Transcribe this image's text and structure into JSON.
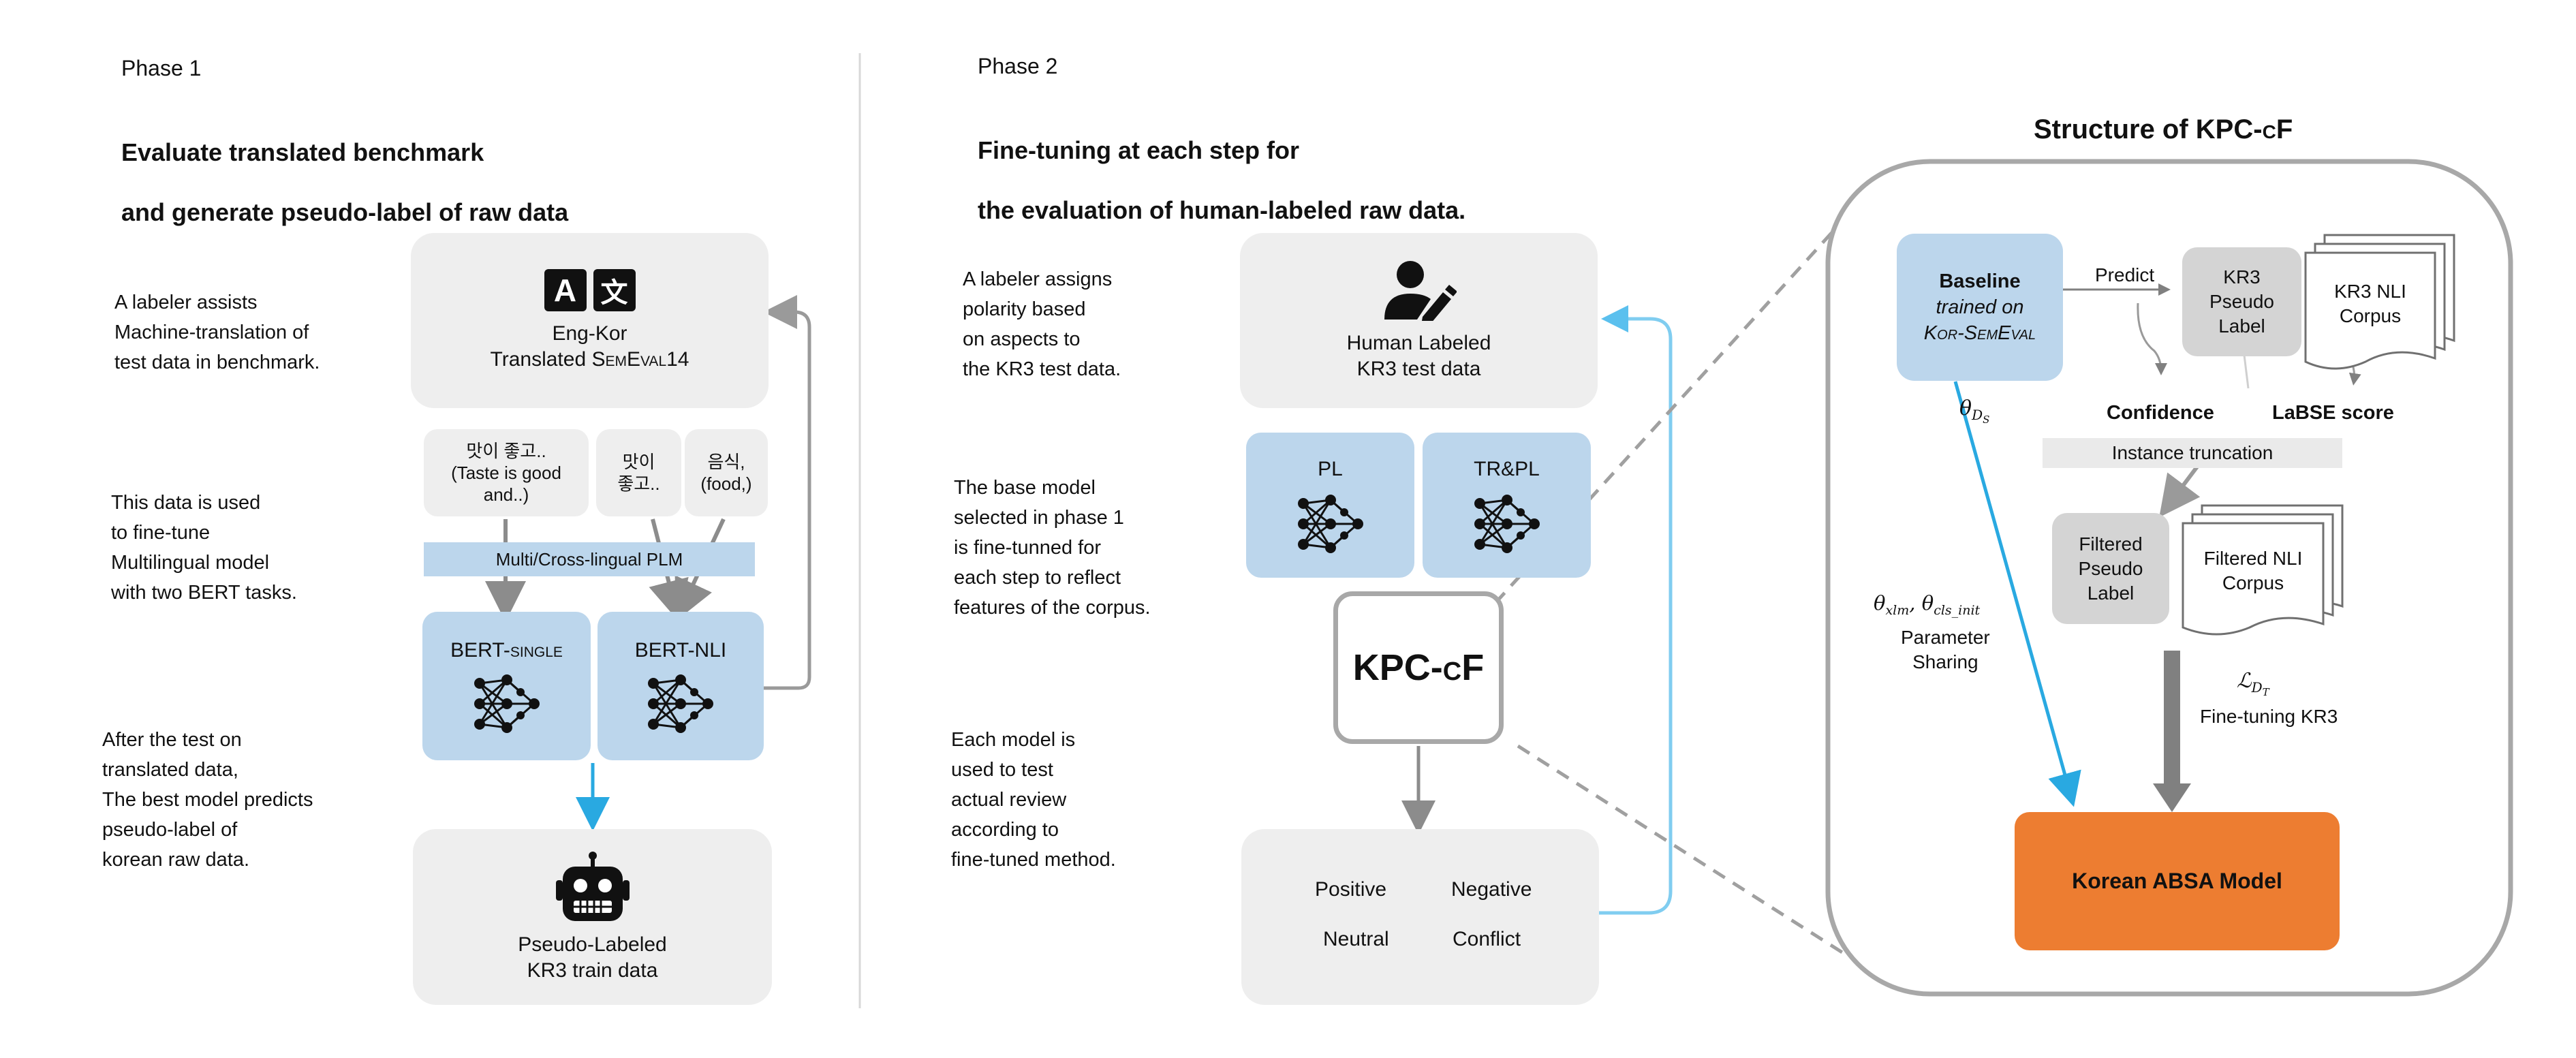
{
  "phase1": {
    "phase_label": "Phase 1",
    "heading_line1": "Evaluate translated benchmark",
    "heading_line2": "and generate pseudo-label of raw data",
    "side_text_1": "A labeler assists\nMachine-translation of\ntest data in benchmark.",
    "side_text_2": "This data is used\nto fine-tune\nMultilingual model\nwith two BERT tasks.",
    "side_text_3": "After the test on\ntranslated data,\nThe best model predicts\npseudo-label of\nkorean raw data.",
    "translation_box": {
      "line1": "Eng-Kor",
      "line2_prefix": "Translated ",
      "line2_sc": "SemEval",
      "line2_suffix": "14"
    },
    "sample_1": "맛이 좋고..\n(Taste is good\nand..)",
    "sample_2": "맛이\n좋고..",
    "sample_3": "음식,\n(food,)",
    "plm_bar": "Multi/Cross-lingual PLM",
    "bert_single_prefix": "BERT-",
    "bert_single_sc": "single",
    "bert_nli": "BERT-NLI",
    "output_box": {
      "line1": "Pseudo-Labeled",
      "line2": "KR3 train data"
    }
  },
  "phase2": {
    "phase_label": "Phase 2",
    "heading_line1": "Fine-tuning at each step for",
    "heading_line2": "the evaluation of human-labeled raw data.",
    "side_text_1": "A labeler assigns\npolarity based\non aspects to\nthe KR3 test data.",
    "side_text_2": "The base model\nselected in phase 1\nis fine-tunned for\neach step to reflect\nfeatures of the corpus.",
    "side_text_3": "Each model is\nused to test\nactual review\naccording to\nfine-tuned method.",
    "human_box": {
      "line1": "Human Labeled",
      "line2": "KR3 test data"
    },
    "pl_label": "PL",
    "trpl_label": "TR&PL",
    "kpc_prefix": "KPC-",
    "kpc_sc": "c",
    "kpc_suffix": "F",
    "results": {
      "positive": "Positive",
      "negative": "Negative",
      "neutral": "Neutral",
      "conflict": "Conflict"
    }
  },
  "structure": {
    "title_prefix": "Structure of KPC-",
    "title_sc": "c",
    "title_suffix": "F",
    "baseline_bold": "Baseline",
    "baseline_italic": "trained on",
    "baseline_sc": "Kor-SemEval",
    "predict": "Predict",
    "pseudo_label": "KR3\nPseudo\nLabel",
    "nli_corpus": "KR3 NLI\nCorpus",
    "confidence": "Confidence",
    "labse": "LaBSE score",
    "truncation": "Instance truncation",
    "filtered_pseudo": "Filtered\nPseudo\nLabel",
    "filtered_nli": "Filtered NLI\nCorpus",
    "theta_ds_base": "θ",
    "theta_ds_sub": "D",
    "theta_ds_subsub": "S",
    "theta_params_base1": "θ",
    "theta_params_sub1": "xlm",
    "theta_params_sep": ", ",
    "theta_params_base2": "θ",
    "theta_params_sub2": "cls_init",
    "param_sharing": "Parameter\nSharing",
    "loss_base": "ℒ",
    "loss_sub": "D",
    "loss_subsub": "T",
    "finetune": "Fine-tuning KR3",
    "korean_model": "Korean ABSA Model"
  },
  "colors": {
    "light_gray_box": "#eeeeee",
    "light_blue_box": "#bcd6ec",
    "orange_model": "#ed7d31",
    "cyan_arrow": "#29a9e1",
    "gray_arrow": "#8c8c8c",
    "dark_gray_arrow": "#808080"
  }
}
